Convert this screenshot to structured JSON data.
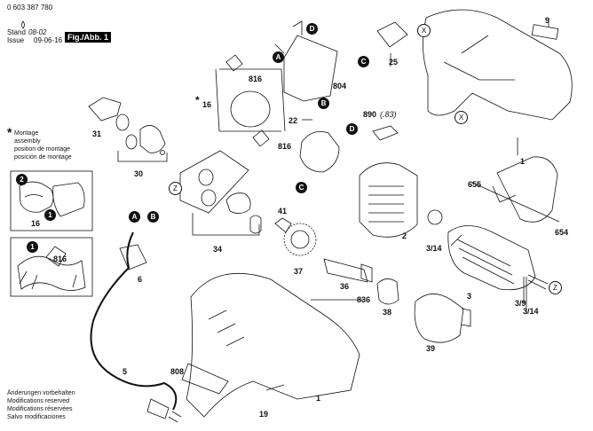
{
  "header": {
    "doc_number": "0 603 387 780",
    "stand_label": "Stand",
    "stand_value": "08-02",
    "issue_label": "Issue",
    "issue_value": "09-06-16",
    "fig_label": "Fig./Abb. 1"
  },
  "legend": {
    "star": "*",
    "lines": [
      "Montage",
      "assembly",
      "position de montage",
      "posición de montage"
    ]
  },
  "footer": {
    "lines": [
      "Änderungen vorbehalten",
      "Modifications reserved",
      "Modifications réservées",
      "Salvo modificaciones"
    ]
  },
  "callouts": {
    "A": "A",
    "B": "B",
    "C": "C",
    "D": "D",
    "X": "X",
    "Z": "Z",
    "one": "1",
    "two": "2"
  },
  "parts": {
    "p1a": "1",
    "p1b": "1",
    "p1c": "1",
    "p2": "2",
    "p3": "3",
    "p3_9": "3/9",
    "p3_14a": "3/14",
    "p3_14b": "3/14",
    "p5": "5",
    "p6": "6",
    "p9": "9",
    "p16a": "16",
    "p16b": "16",
    "p19": "19",
    "p22": "22",
    "p25": "25",
    "p30": "30",
    "p31": "31",
    "p34": "34",
    "p36": "36",
    "p37": "37",
    "p38": "38",
    "p39": "39",
    "p41": "41",
    "p654": "654",
    "p655": "655",
    "p804": "804",
    "p808": "808",
    "p816a": "816",
    "p816b": "816",
    "p816c": "816",
    "p836": "836",
    "p890": "890",
    "p890_note": "(.83)",
    "star16": "*"
  }
}
